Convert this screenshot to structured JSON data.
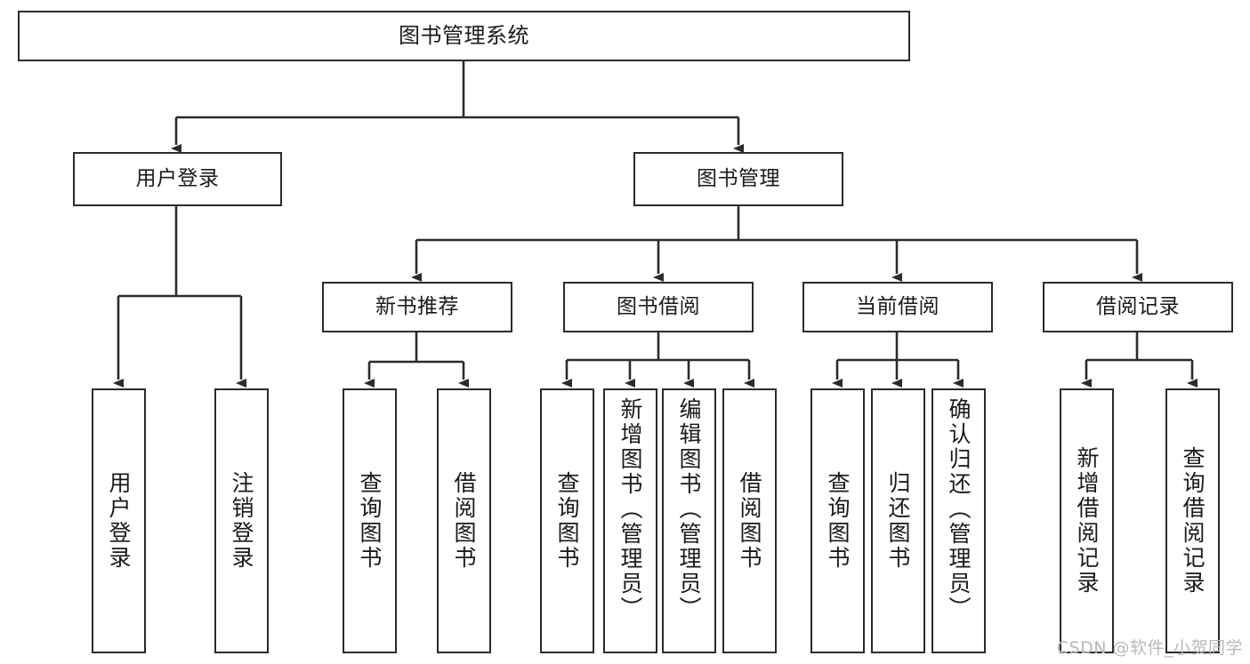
{
  "diagram": {
    "title": "图书管理系统",
    "type": "功能结构图",
    "watermark": "CSDN @软件_小贺同学",
    "line_color": "#2b2b2b",
    "text_color": "#1a1a1a",
    "background_color": "#ffffff",
    "watermark_color": "#b9b9b9"
  },
  "nodes": {
    "root": {
      "label": "图书管理系统"
    },
    "level2": [
      {
        "id": "user-login",
        "label": "用户登录"
      },
      {
        "id": "book-manage",
        "label": "图书管理"
      }
    ],
    "level3": [
      {
        "id": "new-book-recommend",
        "label": "新书推荐"
      },
      {
        "id": "book-borrow",
        "label": "图书借阅"
      },
      {
        "id": "current-borrow",
        "label": "当前借阅"
      },
      {
        "id": "borrow-record",
        "label": "借阅记录"
      }
    ],
    "leaves": {
      "user_login": [
        {
          "id": "leaf-user-login",
          "label": "用户登录"
        },
        {
          "id": "leaf-logout-login",
          "label": "注销登录"
        }
      ],
      "new_book_recommend": [
        {
          "id": "leaf-query-book-1",
          "label": "查询图书"
        },
        {
          "id": "leaf-borrow-book-1",
          "label": "借阅图书"
        }
      ],
      "book_borrow": [
        {
          "id": "leaf-query-book-2",
          "label": "查询图书"
        },
        {
          "id": "leaf-add-book-admin",
          "label": "新增图书（管理员）"
        },
        {
          "id": "leaf-edit-book-admin",
          "label": "编辑图书（管理员）"
        },
        {
          "id": "leaf-borrow-book-2",
          "label": "借阅图书"
        }
      ],
      "current_borrow": [
        {
          "id": "leaf-query-book-3",
          "label": "查询图书"
        },
        {
          "id": "leaf-return-book",
          "label": "归还图书"
        },
        {
          "id": "leaf-confirm-return-admin",
          "label": "确认归还（管理员）"
        }
      ],
      "borrow_record": [
        {
          "id": "leaf-add-borrow-record",
          "label": "新增借阅记录"
        },
        {
          "id": "leaf-query-borrow-record",
          "label": "查询借阅记录"
        }
      ]
    }
  }
}
